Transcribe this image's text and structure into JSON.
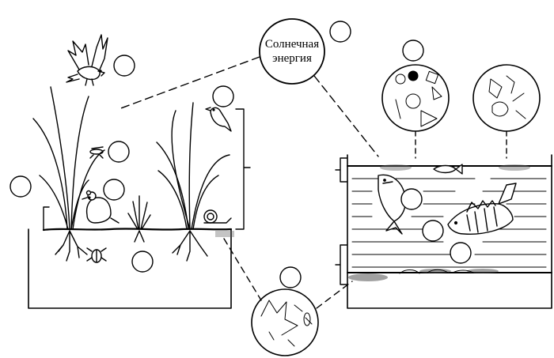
{
  "sun": {
    "line1": "Солнечная",
    "line2": "энергия"
  },
  "colors": {
    "ink": "#000000",
    "paper": "#ffffff"
  },
  "terrestrial": {
    "organisms": [
      "bird-of-prey",
      "small-bird",
      "insect",
      "rodent",
      "snail",
      "beetle",
      "grass-plant",
      "tall-grass"
    ]
  },
  "aquatic": {
    "organisms": [
      "large-fish",
      "perch",
      "small-fish",
      "phytoplankton",
      "zooplankton"
    ]
  },
  "soil": {
    "organisms": [
      "bacteria",
      "fungi"
    ]
  }
}
